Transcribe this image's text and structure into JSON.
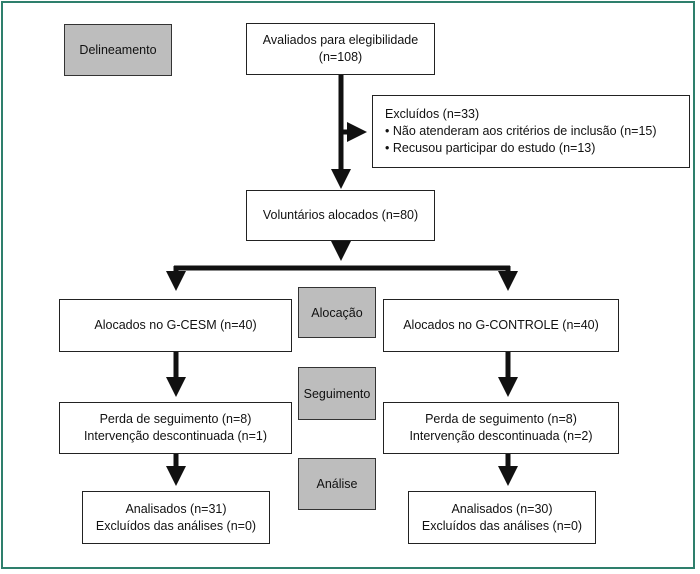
{
  "stages": {
    "design": "Delineamento",
    "allocation": "Alocação",
    "followup": "Seguimento",
    "analysis": "Análise"
  },
  "eligibility": {
    "line1": "Avaliados para elegibilidade",
    "line2": "(n=108)"
  },
  "excluded": {
    "title": "Excluídos (n=33)",
    "items": [
      "• Não atenderam aos critérios de inclusão (n=15)",
      "• Recusou participar do estudo (n=13)"
    ]
  },
  "allocated": "Voluntários alocados (n=80)",
  "arms": {
    "left": {
      "allocation": "Alocados no G-CESM (n=40)",
      "loss_line1": "Perda de seguimento (n=8)",
      "loss_line2": "Intervenção descontinuada (n=1)",
      "analysis_line1": "Analisados (n=31)",
      "analysis_line2": "Excluídos das análises (n=0)"
    },
    "right": {
      "allocation": "Alocados no G-CONTROLE (n=40)",
      "loss_line1": "Perda de seguimento (n=8)",
      "loss_line2": "Intervenção descontinuada (n=2)",
      "analysis_line1": "Analisados (n=30)",
      "analysis_line2": "Excluídos das análises (n=0)"
    }
  },
  "colors": {
    "frame": "#2e7f6c",
    "stage_fill": "#bdbdbd",
    "arrow": "#111111"
  }
}
